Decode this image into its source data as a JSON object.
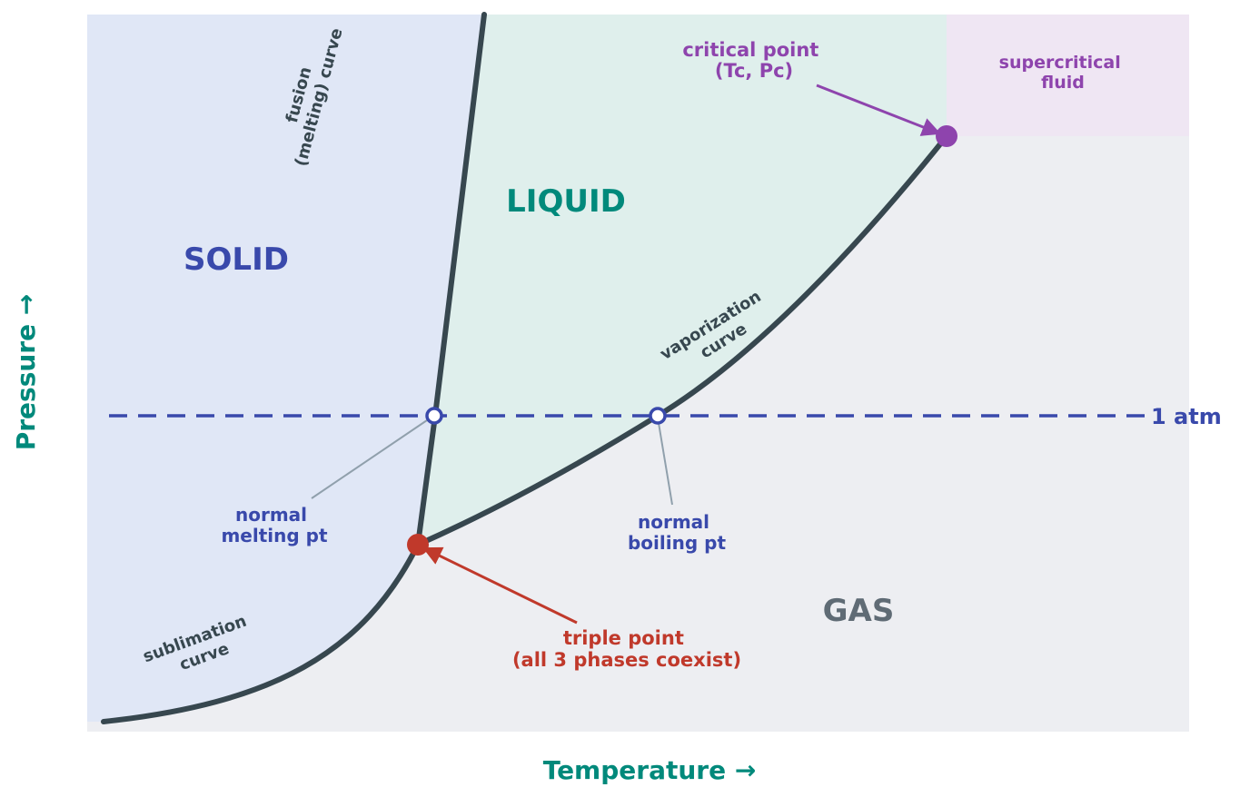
{
  "axes": {
    "x_label": "Temperature  →",
    "y_label": "Pressure  →"
  },
  "regions": {
    "solid": "SOLID",
    "liquid": "LIQUID",
    "gas": "GAS",
    "supercritical": [
      "supercritical",
      "fluid"
    ]
  },
  "curves": {
    "fusion": [
      "fusion",
      "(melting) curve"
    ],
    "vaporization": [
      "vaporization",
      "curve"
    ],
    "sublimation": [
      "sublimation",
      "curve"
    ]
  },
  "reference_line": {
    "label": "1 atm"
  },
  "points": {
    "critical": [
      "critical point",
      "(Tc, Pc)"
    ],
    "triple": [
      "triple point",
      "(all 3 phases coexist)"
    ],
    "normal_melting": [
      "normal",
      "melting pt"
    ],
    "normal_boiling": [
      "normal",
      "boiling pt"
    ]
  },
  "colors": {
    "solid_fill": "#e0e7f6",
    "liquid_fill": "#dfefec",
    "gas_fill": "#edeef2",
    "supercritical_fill": "#efe6f3",
    "curve": "#37474f",
    "atm_line": "#3949ab",
    "teal": "#00897b",
    "critical": "#8e44ad",
    "triple": "#c0392b",
    "gas_text": "#5f6b75",
    "leader": "#90a0ac"
  }
}
